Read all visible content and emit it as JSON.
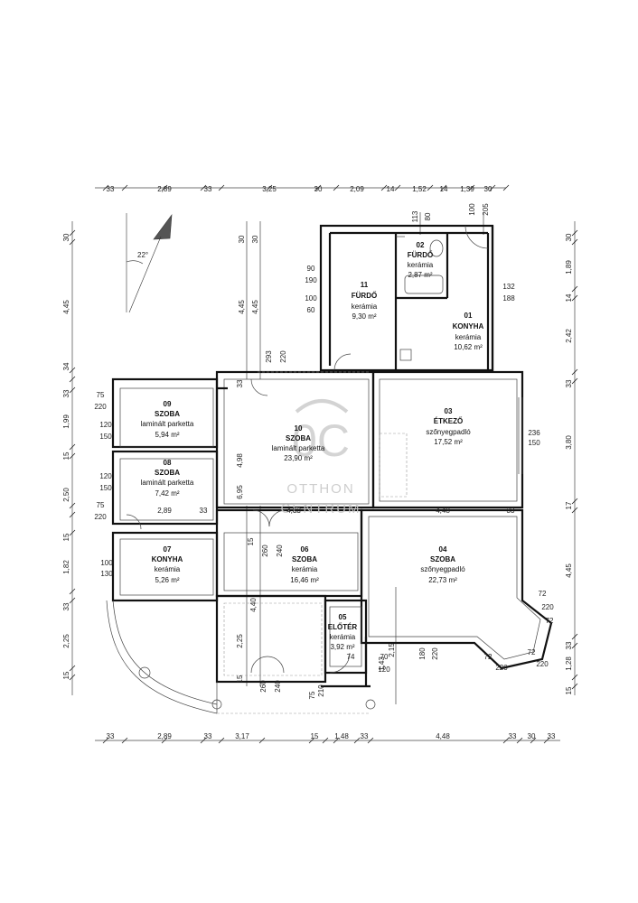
{
  "orientation": {
    "angle_label": "22°"
  },
  "watermark": {
    "monogram": "0C",
    "line1": "OTTHON",
    "line2": "CENTRUM"
  },
  "rooms": [
    {
      "id": "r01",
      "num": "01",
      "name": "KONYHA",
      "floor": "kerámia",
      "area": "10,62 m²"
    },
    {
      "id": "r02",
      "num": "02",
      "name": "FÜRDŐ",
      "floor": "kerámia",
      "area": "2,87 m²"
    },
    {
      "id": "r03",
      "num": "03",
      "name": "ÉTKEZŐ",
      "floor": "szőnyegpadló",
      "area": "17,52 m²"
    },
    {
      "id": "r04",
      "num": "04",
      "name": "SZOBA",
      "floor": "szőnyegpadló",
      "area": "22,73 m²"
    },
    {
      "id": "r05",
      "num": "05",
      "name": "ELŐTÉR",
      "floor": "kerámia",
      "area": "3,92 m²"
    },
    {
      "id": "r06",
      "num": "06",
      "name": "SZOBA",
      "floor": "kerámia",
      "area": "16,46 m²"
    },
    {
      "id": "r07",
      "num": "07",
      "name": "KONYHA",
      "floor": "kerámia",
      "area": "5,26 m²"
    },
    {
      "id": "r08",
      "num": "08",
      "name": "SZOBA",
      "floor": "laminált parketta",
      "area": "7,42 m²"
    },
    {
      "id": "r09",
      "num": "09",
      "name": "SZOBA",
      "floor": "laminált parketta",
      "area": "5,94 m²"
    },
    {
      "id": "r10",
      "num": "10",
      "name": "SZOBA",
      "floor": "laminált parketta",
      "area": "23,90 m²"
    },
    {
      "id": "r11",
      "num": "11",
      "name": "FÜRDŐ",
      "floor": "kerámia",
      "area": "9,30 m²"
    }
  ],
  "top_dimensions": [
    "33",
    "2,89",
    "33",
    "3,25",
    "30",
    "2,09",
    "14",
    "1,52",
    "14",
    "1,39",
    "30"
  ],
  "bottom_dimensions": [
    "33",
    "2,89",
    "33",
    "3,17",
    "15",
    "1,48",
    "33",
    "4,48",
    "33",
    "30",
    "33"
  ],
  "left_dimensions": [
    "30",
    "4,45",
    "34",
    "33",
    "1,99",
    "15",
    "2,50",
    "15",
    "1,82",
    "33",
    "2,25",
    "15"
  ],
  "right_dimensions": [
    "30",
    "1,89",
    "14",
    "2,42",
    "33",
    "3,80",
    "17",
    "4,45",
    "33",
    "1,28",
    "15"
  ],
  "inner_dimensions": [
    "4,45",
    "4,45",
    "30",
    "30",
    "293",
    "220",
    "33",
    "4,98",
    "6,95",
    "15",
    "4,80",
    "2,89",
    "33",
    "4,48",
    "33",
    "260",
    "240",
    "260",
    "240",
    "4,40",
    "2,25",
    "15",
    "75",
    "210",
    "74",
    "2,15",
    "1,43",
    "180",
    "220",
    "70",
    "120",
    "113",
    "80",
    "100",
    "205",
    "90",
    "190",
    "100",
    "60",
    "132",
    "188",
    "236",
    "150",
    "75",
    "220",
    "120",
    "150",
    "120",
    "150",
    "75",
    "220",
    "100",
    "130",
    "72",
    "220",
    "72",
    "220",
    "72",
    "220",
    "72"
  ]
}
